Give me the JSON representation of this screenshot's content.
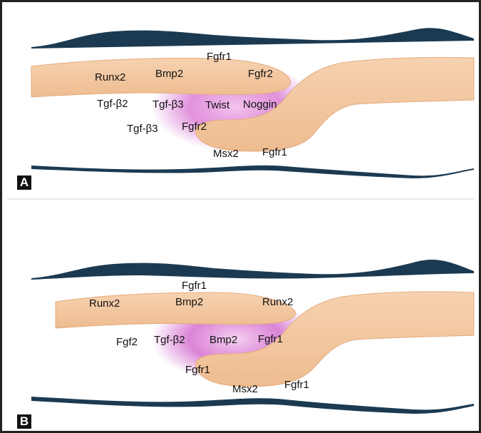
{
  "panels": [
    {
      "letter": "A",
      "labels": [
        "Fgfr1",
        "Runx2",
        "Bmp2",
        "Fgfr2",
        "Tgf-β2",
        "Tgf-β3",
        "Twist",
        "Noggin",
        "Tgf-β3",
        "Fgfr2",
        "Msx2",
        "Fgfr1"
      ]
    },
    {
      "letter": "B",
      "labels": [
        "Fgfr1",
        "Runx2",
        "Bmp2",
        "Runx2",
        "Fgf2",
        "Tgf-β2",
        "Bmp2",
        "Fgfr1",
        "Fgfr1",
        "Msx2",
        "Fgfr1"
      ]
    }
  ],
  "colors": {
    "bone": "#f1c49c",
    "bone_edge": "#e3ab7e",
    "suture_glow": "#dc7fd6",
    "membrane": "#1b3a52",
    "frame": "#222222"
  }
}
